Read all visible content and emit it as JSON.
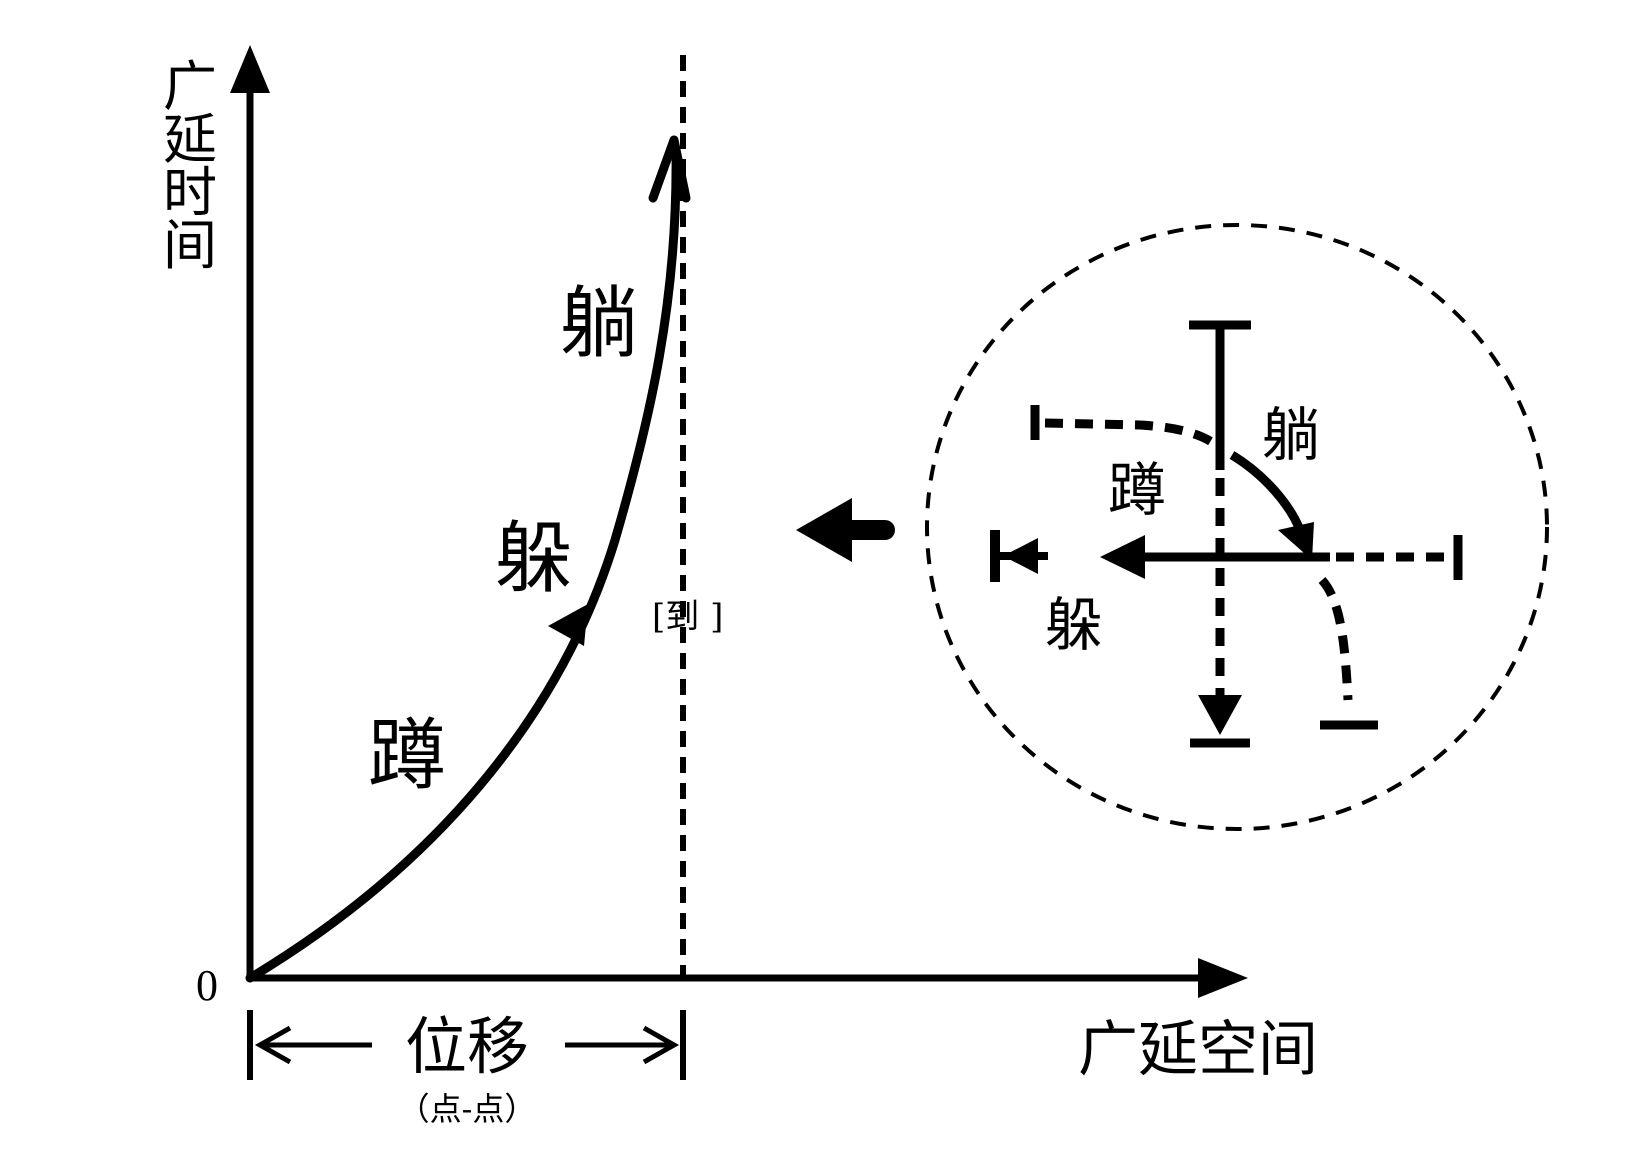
{
  "axes": {
    "y_label": [
      "广",
      "延",
      "时",
      "间"
    ],
    "x_label": "广延空间",
    "origin_label": "0"
  },
  "curve": {
    "stage_squat": "蹲",
    "stage_hide": "躲",
    "stage_lie": "躺"
  },
  "limit_label": "[到 ]",
  "displacement": {
    "label": "位移",
    "sub_label": "（点-点）"
  },
  "inset": {
    "label_lie": "躺",
    "label_squat": "蹲",
    "label_hide": "躲"
  }
}
